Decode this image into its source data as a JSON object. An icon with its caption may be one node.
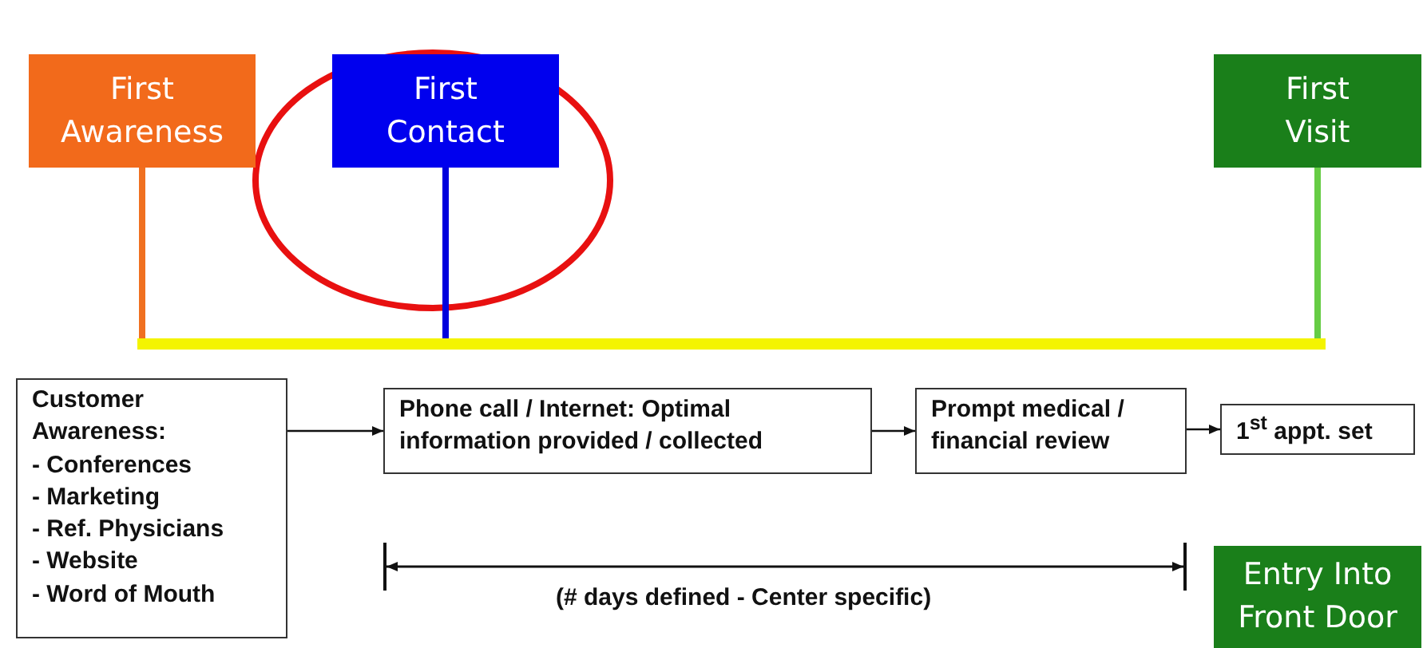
{
  "diagram": {
    "nodes": [
      {
        "text": [
          "First Awareness"
        ]
      },
      {
        "text": [
          "First Contact"
        ]
      },
      {
        "text": [
          "First Visit"
        ]
      },
      {
        "text": [],
        "shape": "bar"
      },
      {
        "text": [
          "Customer Awareness:",
          "- Conferences",
          "- Marketing",
          "- Ref. Physicians",
          "- Website",
          "- Word of Mouth"
        ]
      },
      {
        "text": [
          "Phone call / Internet:  Optimal information provided / collected"
        ]
      },
      {
        "text": [
          "Prompt medical / financial review"
        ]
      },
      {
        "text": [
          "1$^{st}$ appt. set"
        ]
      },
      {
        "text": [
          "Entry Into Front Door"
        ]
      }
    ],
    "edges": [
      {
        "from": 0,
        "to": 3,
        "arrow": "none",
        "style": "thick",
        "color": "#f07020"
      },
      {
        "from": 1,
        "to": 3,
        "arrow": "none",
        "style": "thick",
        "color": "#0000dd"
      },
      {
        "from": 2,
        "to": 3,
        "arrow": "none",
        "style": "thick",
        "color": "#66cc44"
      },
      {
        "from": 4,
        "to": 5,
        "arrow": "to"
      },
      {
        "from": 5,
        "to": 6,
        "arrow": "to"
      },
      {
        "from": 6,
        "to": 7,
        "arrow": "to"
      }
    ],
    "labels": [
      "(# days defined - Center specific)"
    ]
  }
}
